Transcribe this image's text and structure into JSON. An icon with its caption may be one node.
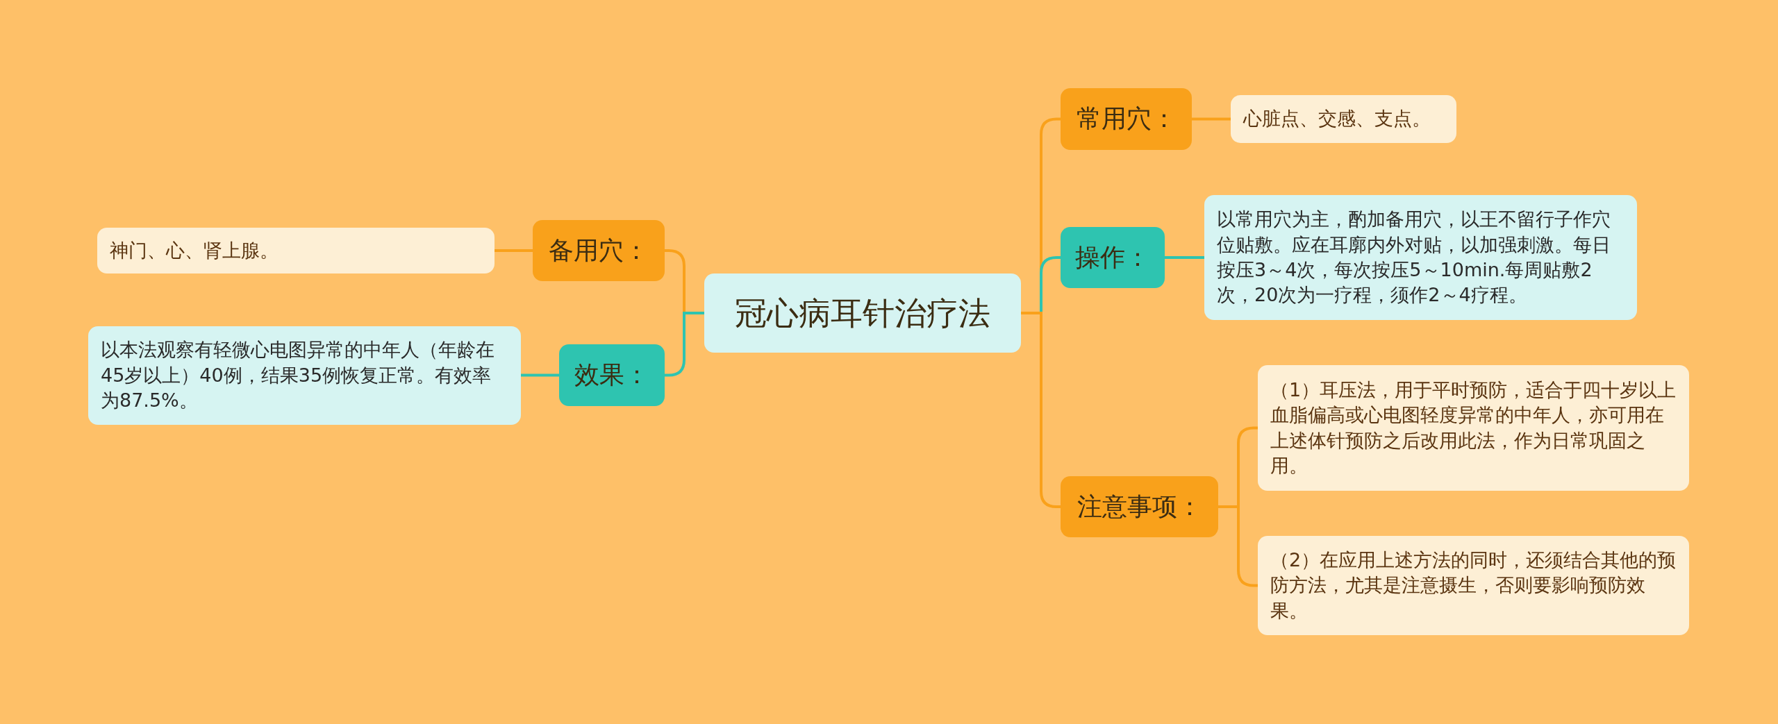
{
  "diagram": {
    "nodes": [
      {
        "text": [
          "冠心病耳针治疗法"
        ]
      },
      {
        "text": [
          "备用穴："
        ]
      },
      {
        "text": [
          "神门、心、肾上腺。"
        ]
      },
      {
        "text": [
          "效果："
        ]
      },
      {
        "text": [
          "以本法观察有轻微心电图异常的中年人（年龄在45岁以上）40例，结果35例恢复正常。有效率为87.5%。"
        ]
      },
      {
        "text": [
          "常用穴："
        ]
      },
      {
        "text": [
          "心脏点、交感、支点。"
        ]
      },
      {
        "text": [
          "操作："
        ]
      },
      {
        "text": [
          "以常用穴为主，酌加备用穴，以王不留行子作穴位贴敷。应在耳廓内外对贴，以加强刺激。每日按压3～4次，每次按压5～10min.每周贴敷2次，20次为一疗程，须作2～4疗程。"
        ]
      },
      {
        "text": [
          "注意事项："
        ]
      },
      {
        "text": [
          "（1）耳压法，用于平时预防，适合于四十岁以上血脂偏高或心电图轻度异常的中年人，亦可用在上述体针预防之后改用此法，作为日常巩固之用。"
        ]
      },
      {
        "text": [
          "（2）在应用上述方法的同时，还须结合其他的预防方法，尤其是注意摄生，否则要影响预防效果。"
        ]
      }
    ],
    "edges": [
      {
        "from": 0,
        "to": 1,
        "arrow": "none"
      },
      {
        "from": 1,
        "to": 2,
        "arrow": "none"
      },
      {
        "from": 0,
        "to": 3,
        "arrow": "none",
        "color": "#2ec4b0"
      },
      {
        "from": 3,
        "to": 4,
        "arrow": "none",
        "color": "#2ec4b0"
      },
      {
        "from": 0,
        "to": 5,
        "arrow": "none"
      },
      {
        "from": 5,
        "to": 6,
        "arrow": "none"
      },
      {
        "from": 0,
        "to": 7,
        "arrow": "none",
        "color": "#2ec4b0"
      },
      {
        "from": 7,
        "to": 8,
        "arrow": "none",
        "color": "#2ec4b0"
      },
      {
        "from": 0,
        "to": 9,
        "arrow": "none"
      },
      {
        "from": 9,
        "to": 10,
        "arrow": "none"
      },
      {
        "from": 9,
        "to": 11,
        "arrow": "none"
      }
    ]
  }
}
